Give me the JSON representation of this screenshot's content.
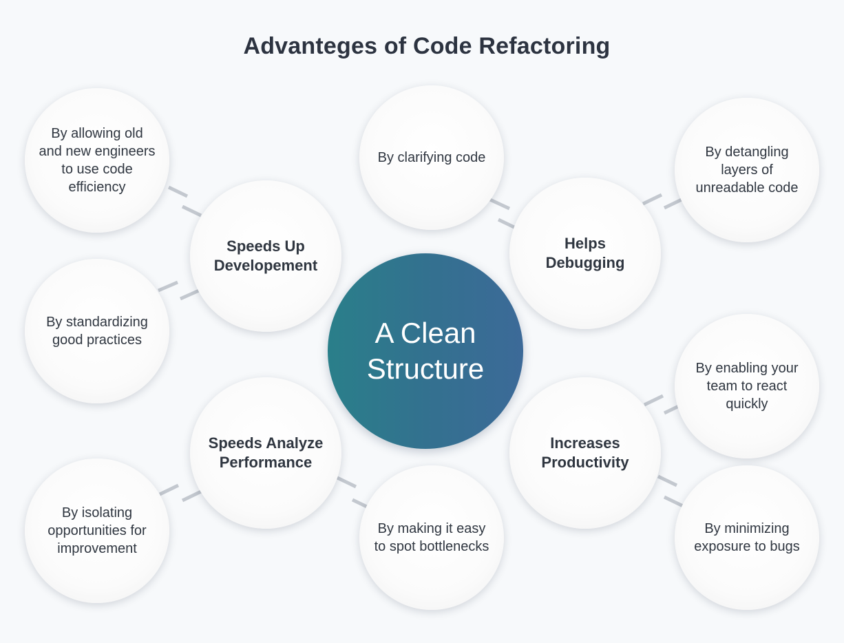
{
  "title": "Advanteges of Code Refactoring",
  "colors": {
    "center_gradient_start": "#2a7f8a",
    "center_gradient_end": "#3c6a98",
    "connector": "#c3c8cf",
    "text": "#2f3640",
    "background": "#f7f9fb"
  },
  "center": "A Clean Structure",
  "hubs": {
    "speeds_up_development": "Speeds Up Developement",
    "helps_debugging": "Helps Debugging",
    "speeds_analyze_performance": "Speeds Analyze Performance",
    "increases_productivity": "Increases Productivity"
  },
  "leaves": {
    "old_new_engineers": "By allowing old and new engineers to use code efficiency",
    "standardizing": "By standardizing good practices",
    "clarifying": "By clarifying code",
    "detangling": "By detangling layers of unreadable code",
    "isolating": "By isolating opportunities for improvement",
    "bottlenecks": "By making it easy to spot bottlenecks",
    "enabling_team": "By enabling your team to react quickly",
    "minimizing_bugs": "By minimizing exposure to bugs"
  }
}
